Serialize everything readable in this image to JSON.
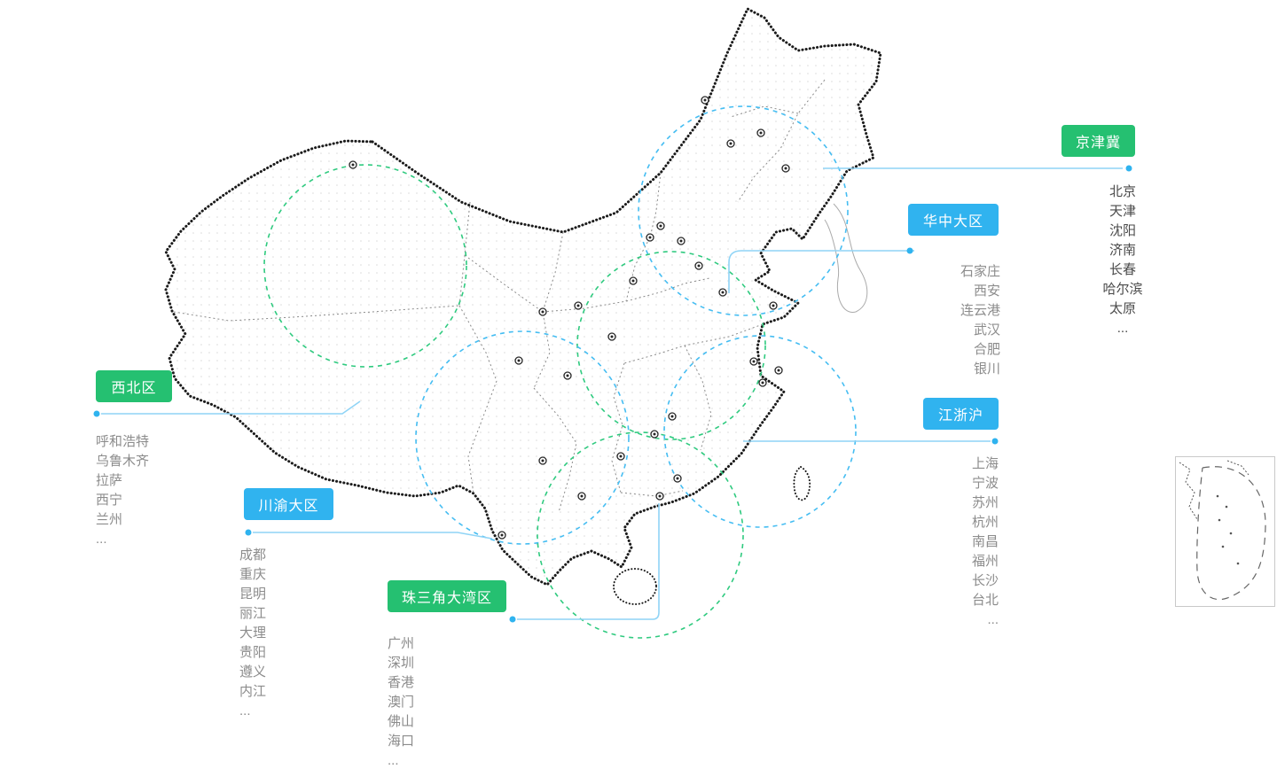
{
  "page": {
    "background": "#ffffff"
  },
  "colors": {
    "region_green": "#25c071",
    "region_blue": "#30b3ef",
    "connector": "#8fd4f6",
    "dot": "#2fb3ef",
    "map_stroke": "#1b1b1b",
    "province_stroke": "#8a8a8a",
    "city_text": "#8c8c8c",
    "city_text_dark": "#4a4a4a",
    "circle_green": "#2fca7f",
    "circle_blue": "#45bdf2"
  },
  "icons": {
    "location_marker": "double-circle",
    "connector_endpoint": "filled-dot"
  },
  "regions": [
    {
      "id": "jingjinji",
      "label": "京津冀",
      "color": "green",
      "cities": [
        "北京",
        "天津",
        "沈阳",
        "济南",
        "长春",
        "哈尔滨",
        "太原",
        "..."
      ]
    },
    {
      "id": "huazhong",
      "label": "华中大区",
      "color": "blue",
      "cities": [
        "石家庄",
        "西安",
        "连云港",
        "武汉",
        "合肥",
        "银川"
      ]
    },
    {
      "id": "xibei",
      "label": "西北区",
      "color": "green",
      "cities": [
        "呼和浩特",
        "乌鲁木齐",
        "拉萨",
        "西宁",
        "兰州",
        "..."
      ]
    },
    {
      "id": "chuanyu",
      "label": "川渝大区",
      "color": "blue",
      "cities": [
        "成都",
        "重庆",
        "昆明",
        "丽江",
        "大理",
        "贵阳",
        "遵义",
        "内江",
        "..."
      ]
    },
    {
      "id": "zhusanjiao",
      "label": "珠三角大湾区",
      "color": "green",
      "cities": [
        "广州",
        "深圳",
        "香港",
        "澳门",
        "佛山",
        "海口",
        "..."
      ]
    },
    {
      "id": "jiangzhehu",
      "label": "江浙沪",
      "color": "blue",
      "cities": [
        "上海",
        "宁波",
        "苏州",
        "杭州",
        "南昌",
        "福州",
        "长沙",
        "台北",
        "..."
      ]
    }
  ]
}
